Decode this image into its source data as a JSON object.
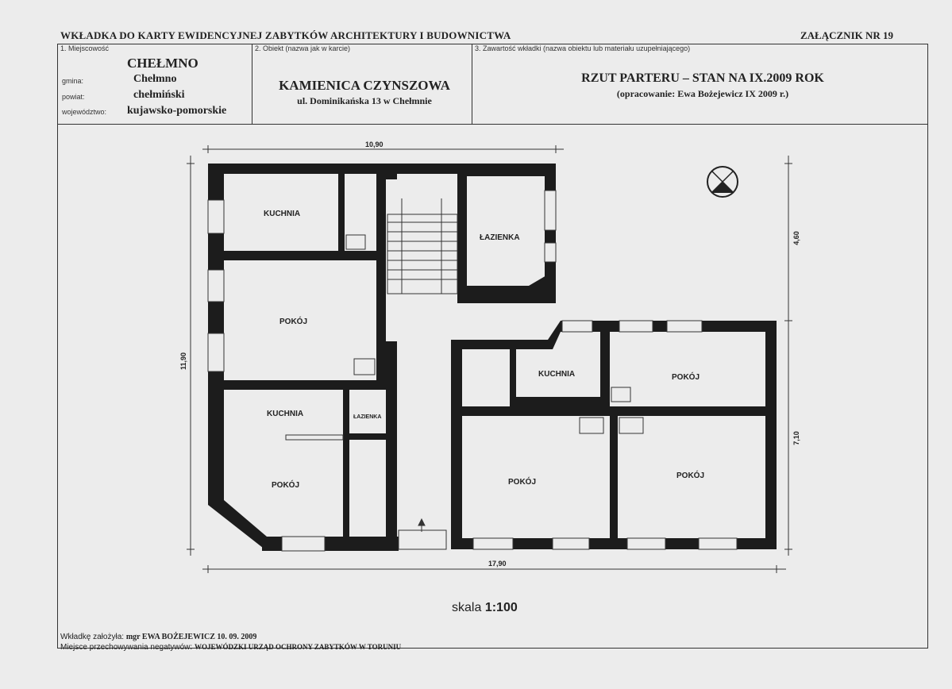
{
  "header": {
    "title": "WKŁADKA DO KARTY EWIDENCYJNEJ ZABYTKÓW ARCHITEKTURY I BUDOWNICTWA",
    "annex": "ZAŁĄCZNIK NR 19"
  },
  "field1": {
    "label": "1. Miejscowość",
    "town": "CHEŁMNO",
    "gmina_label": "gmina:",
    "gmina": "Chełmno",
    "powiat_label": "powiat:",
    "powiat": "chełmiński",
    "woj_label": "województwo:",
    "woj": "kujawsko-pomorskie"
  },
  "field2": {
    "label": "2. Obiekt (nazwa jak w karcie)",
    "name": "KAMIENICA CZYNSZOWA",
    "address": "ul. Dominikańska 13 w Chełmnie"
  },
  "field3": {
    "label": "3. Zawartość wkładki (nazwa obiektu lub materiału uzupełniającego)",
    "title": "RZUT PARTERU – STAN NA IX.2009 ROK",
    "author": "(opracowanie: Ewa Bożejewicz IX 2009 r.)"
  },
  "plan": {
    "rooms": {
      "kitchen_nw": "KUCHNIA",
      "bathroom_ne": "ŁAZIENKA",
      "room_w": "POKÓJ",
      "kitchen_sw": "KUCHNIA",
      "bathroom_sw": "ŁAZIENKA",
      "room_sw": "POKÓJ",
      "kitchen_e": "KUCHNIA",
      "room_ne": "POKÓJ",
      "room_se1": "POKÓJ",
      "room_se2": "POKÓJ"
    },
    "dims": {
      "top": "10,90",
      "left": "11,90",
      "right_upper": "4,60",
      "right_lower": "7,10",
      "bottom": "17,90"
    }
  },
  "scale": {
    "label": "skala",
    "value": "1:100"
  },
  "footer": {
    "founder_label": "Wkładkę założyła:",
    "founder": "mgr EWA BOŻEJEWICZ 10. 09. 2009",
    "storage_label": "Miejsce przechowywania negatywów:",
    "storage": "WOJEWÓDZKI URZĄD OCHRONY ZABYTKÓW W TORUNIU"
  }
}
